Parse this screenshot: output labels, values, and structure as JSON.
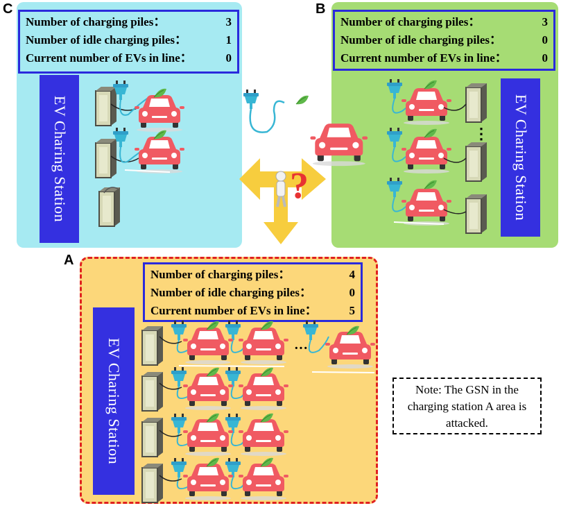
{
  "panels": {
    "c": {
      "letter": "C",
      "rows": [
        {
          "label": "Number of  charging piles：",
          "value": "3"
        },
        {
          "label": "Number of idle charging piles：",
          "value": "1"
        },
        {
          "label": "Current number of EVs in line：",
          "value": "0"
        }
      ],
      "station_label": "EV Charing Station",
      "color": "#a6eaf2"
    },
    "b": {
      "letter": "B",
      "rows": [
        {
          "label": "Number of  charging piles：",
          "value": "3"
        },
        {
          "label": "Number of idle charging piles：",
          "value": "0"
        },
        {
          "label": "Current number of EVs in line：",
          "value": "0"
        }
      ],
      "station_label": "EV Charing Station",
      "color": "#a6dc74"
    },
    "a": {
      "letter": "A",
      "rows": [
        {
          "label": "Number of  charging piles：",
          "value": "4"
        },
        {
          "label": "Number of idle charging piles：",
          "value": "0"
        },
        {
          "label": "Current number of EVs in line：",
          "value": "5"
        }
      ],
      "station_label": "EV Charing Station",
      "color": "#fcd77a"
    }
  },
  "ellipsis_b": "⋮",
  "ellipsis_a": "···",
  "question_mark": "?",
  "note": {
    "line1": "Note:  The GSN in the",
    "line2": "charging station A area is",
    "line3": "attacked."
  },
  "colors": {
    "car": "#f05a62",
    "cable": "#38b6d4",
    "station_box": "#3430e0",
    "info_border": "#2a2adc",
    "arrow": "#f7cd3e",
    "dash_border": "#e02020"
  }
}
